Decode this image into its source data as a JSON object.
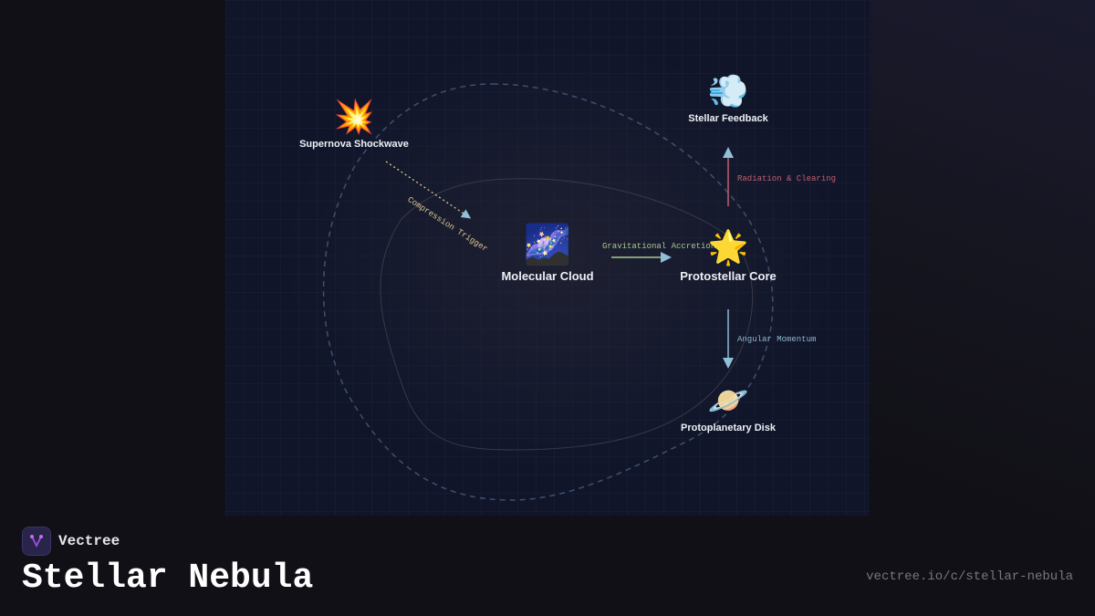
{
  "diagram": {
    "nodes": [
      {
        "id": "supernova",
        "label": "Supernova Shockwave",
        "icon": "💥"
      },
      {
        "id": "cloud",
        "label": "Molecular Cloud",
        "icon": "🌌"
      },
      {
        "id": "core",
        "label": "Protostellar Core",
        "icon": "🌟"
      },
      {
        "id": "feedback",
        "label": "Stellar Feedback",
        "icon": "💨"
      },
      {
        "id": "disk",
        "label": "Protoplanetary Disk",
        "icon": "🪐"
      }
    ],
    "edges": [
      {
        "from": "supernova",
        "to": "cloud",
        "label": "Compression Trigger",
        "color": "#e0c890"
      },
      {
        "from": "cloud",
        "to": "core",
        "label": "Gravitational Accretion",
        "color": "#a8c890"
      },
      {
        "from": "core",
        "to": "feedback",
        "label": "Radiation & Clearing",
        "color": "#c06070"
      },
      {
        "from": "core",
        "to": "disk",
        "label": "Angular Momentum",
        "color": "#90b8d0"
      }
    ]
  },
  "footer": {
    "brand": "Vectree",
    "title": "Stellar Nebula",
    "url": "vectree.io/c/stellar-nebula"
  }
}
